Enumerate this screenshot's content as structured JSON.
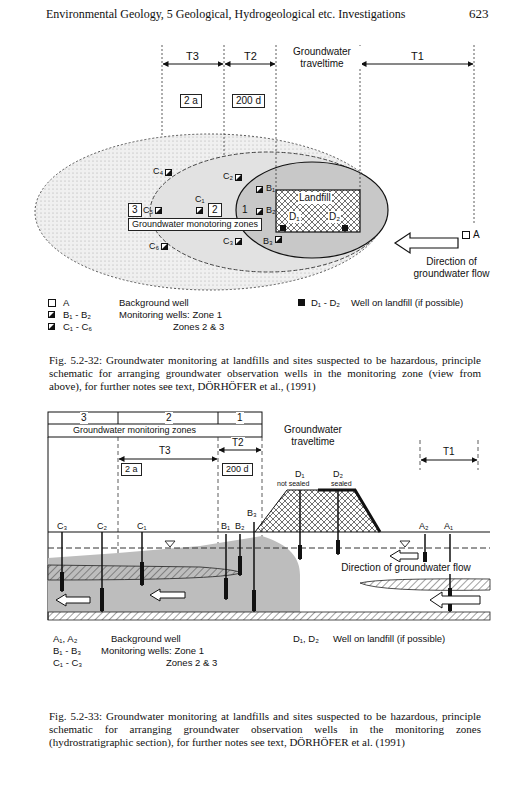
{
  "diagram": {
    "nodes": [
      {
        "text": [
          "Landfill",
          "D₁",
          "D₂"
        ]
      },
      {
        "text": [
          "2 a"
        ]
      },
      {
        "text": [
          "200 d"
        ]
      },
      {
        "text": [
          "3"
        ]
      },
      {
        "text": [
          "2"
        ]
      },
      {
        "text": [
          "Groundwater monotoring zones"
        ]
      },
      {
        "text": [
          "2 a"
        ]
      },
      {
        "text": [
          "200 d"
        ]
      },
      {
        "text": [
          "Groundwater monitoring zones"
        ]
      }
    ],
    "labels": [
      "Environmental Geology, 5 Geological, Hydrogeological etc. Investigations",
      "623",
      "T3",
      "T2",
      "T1",
      "Groundwater traveltime",
      "C₄",
      "C₂",
      "C₁",
      "C₅",
      "1",
      "B₁",
      "B₂",
      "C₃",
      "B₃",
      "C₆",
      "A",
      "Direction of groundwater flow",
      "A",
      "D₁ - D₂",
      "B₁ - B₂",
      "C₁ - C₆",
      "Fig. 5.2-32: Groundwater monitoring at landfills and sites suspected to be hazardous, principle schematic for arranging groundwater observation wells in the monitoring zone (view from above), for further notes see text, DÖRHÖFER et al., (1991)",
      "3",
      "2",
      "1",
      "T2",
      "T3",
      "T1",
      "Groundwater traveltime",
      "D₁",
      "D₂",
      "not sealed",
      "sealed",
      "C₃",
      "C₂",
      "C₁",
      "B₁",
      "B₂",
      "B₃",
      "A₂",
      "A₁",
      "Direction of groundwater flow",
      "A₁, A₂",
      "D₁, D₂",
      "B₁ - B₃",
      "C₁ - C₃",
      "Fig. 5.2-33: Groundwater monitoring at landfills and sites suspected to be hazardous, principle schematic for arranging groundwater observation wells in the monitoring zones (hydrostratigraphic section), for further notes see text, DÖRHÖFER et al. (1991)"
    ],
    "legend": [
      {
        "text": "Background well"
      },
      {
        "text": "Well on landfill (if possible)"
      },
      {
        "text": "Monitoring wells: Zone 1"
      },
      {
        "text": "Zones 2 & 3"
      },
      {
        "text": "Background well"
      },
      {
        "text": "Well on landfill (if possible)"
      },
      {
        "text": "Monitoring wells: Zone 1"
      },
      {
        "text": "Zones 2 & 3"
      }
    ]
  }
}
